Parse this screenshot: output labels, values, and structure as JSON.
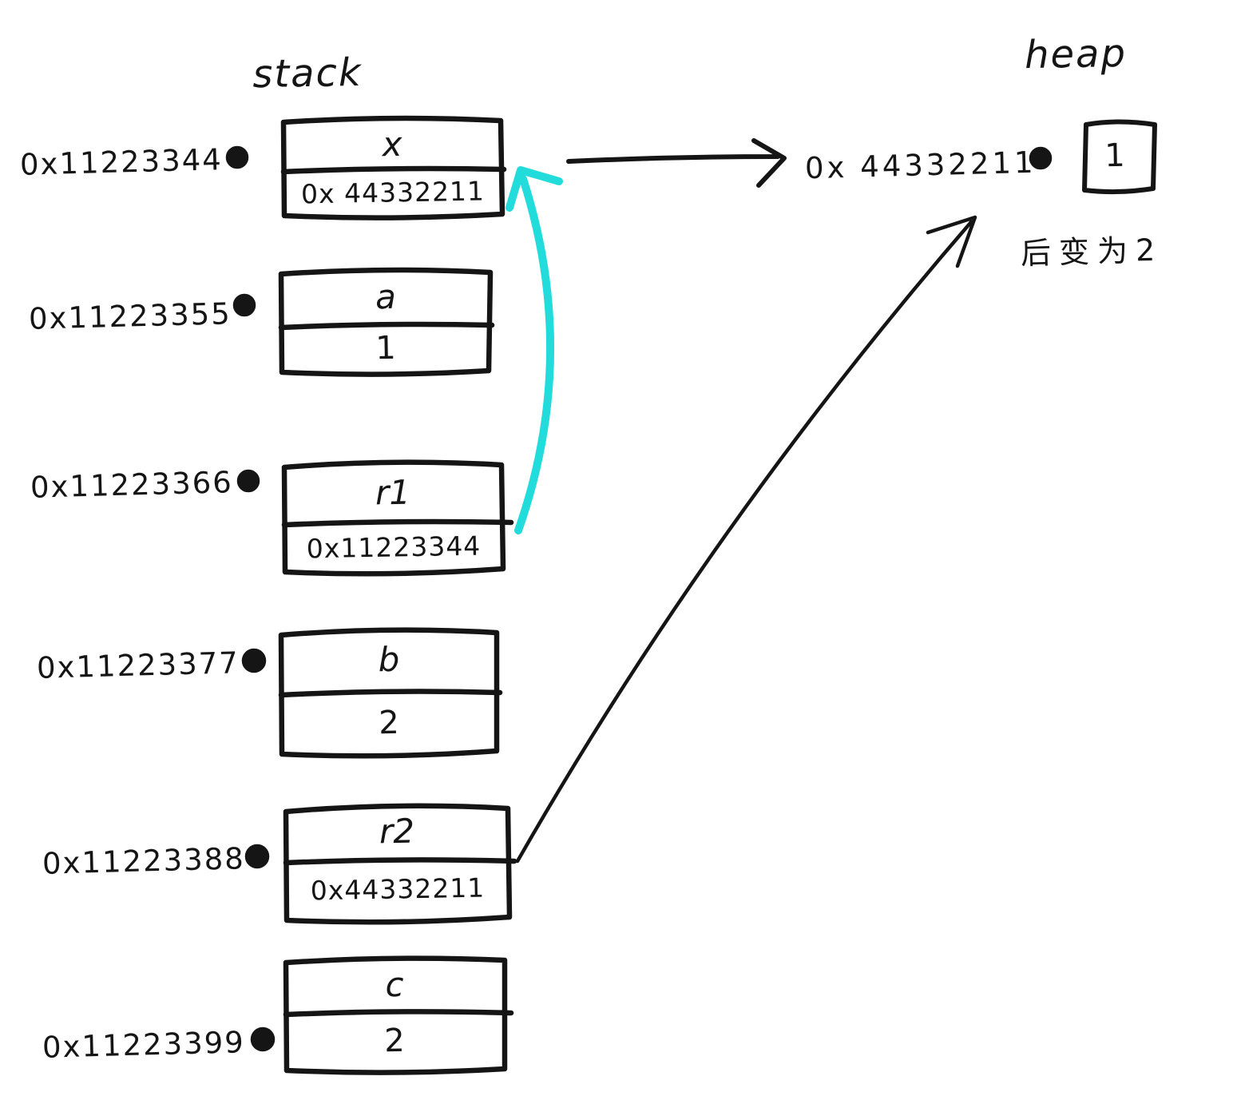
{
  "titles": {
    "stack": "stack",
    "heap": "heap"
  },
  "stack_rows": [
    {
      "address": "0x11223344",
      "label": "x",
      "value": "0x 44332211"
    },
    {
      "address": "0x11223355",
      "label": "a",
      "value": "1"
    },
    {
      "address": "0x11223366",
      "label": "r1",
      "value": "0x11223344"
    },
    {
      "address": "0x11223377",
      "label": "b",
      "value": "2"
    },
    {
      "address": "0x11223388",
      "label": "r2",
      "value": "0x44332211"
    },
    {
      "address": "0x11223399",
      "label": "c",
      "value": "2"
    }
  ],
  "heap": {
    "address": "0x 44332211",
    "value": "1",
    "annotation": "后变为2"
  },
  "colors": {
    "ink": "#151515",
    "highlight": "#22dcdc"
  },
  "arrows": [
    {
      "name": "x-value-to-heap-address",
      "color": "#151515"
    },
    {
      "name": "r2-value-to-heap-cell",
      "color": "#151515"
    },
    {
      "name": "r1-value-to-x-slot",
      "color": "#22dcdc"
    }
  ]
}
